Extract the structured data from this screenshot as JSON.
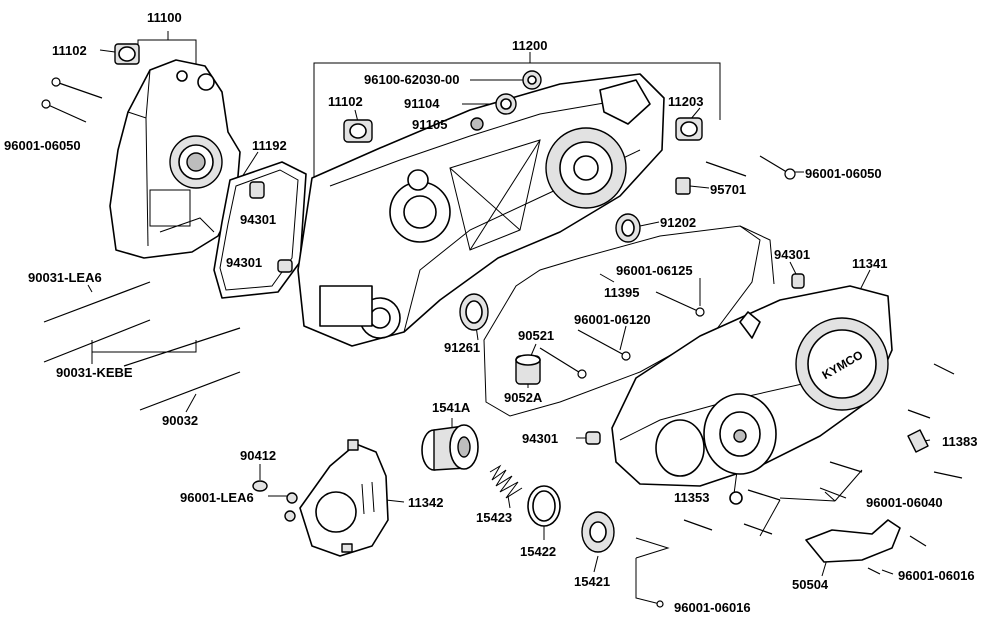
{
  "labels": {
    "l11100": "11100",
    "l11102a": "11102",
    "l96001_06050a": "96001-06050",
    "l11192": "11192",
    "l94301a": "94301",
    "l94301b": "94301",
    "l11200": "11200",
    "l96100": "96100-62030-00",
    "l91104": "91104",
    "l91105": "91105",
    "l11102b": "11102",
    "l11203": "11203",
    "l96001_06050b": "96001-06050",
    "l95701": "95701",
    "l91202": "91202",
    "l94301c": "94301",
    "l96001_06125": "96001-06125",
    "l11395": "11395",
    "l11341": "11341",
    "l90031_lea6": "90031-LEA6",
    "l90031_kebe": "90031-KEBE",
    "l90032": "90032",
    "l91261": "91261",
    "l90521": "90521",
    "l96001_06120": "96001-06120",
    "l9052a": "9052A",
    "l1541a": "1541A",
    "l94301d": "94301",
    "l90412": "90412",
    "l96001_lea6": "96001-LEA6",
    "l11342": "11342",
    "l15423": "15423",
    "l15422": "15422",
    "l15421": "15421",
    "l96001_06016a": "96001-06016",
    "l11353": "11353",
    "l96001_06040": "96001-06040",
    "l11383": "11383",
    "l50504": "50504",
    "l96001_06016b": "96001-06016"
  },
  "logo_text": "KYMCO"
}
